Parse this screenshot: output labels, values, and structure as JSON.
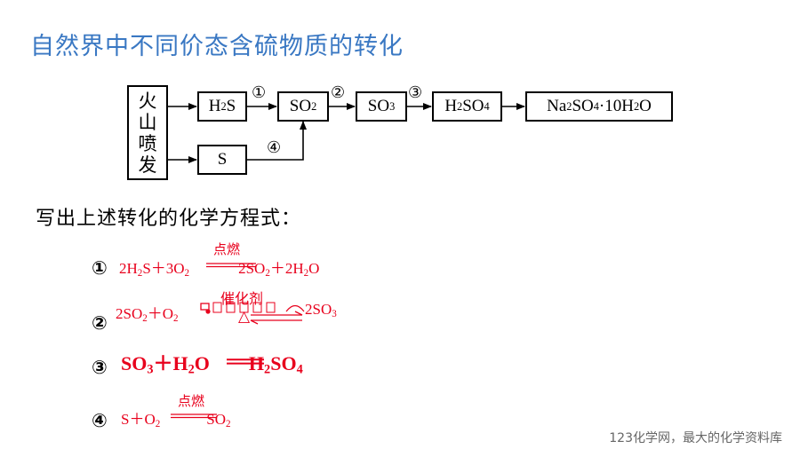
{
  "title": "自然界中不同价态含硫物质的转化",
  "diagram": {
    "volcano": [
      "火",
      "山",
      "喷",
      "发"
    ],
    "steps": [
      "①",
      "②",
      "③",
      "④"
    ],
    "boxes": {
      "h2s": [
        "H",
        "2",
        "S"
      ],
      "so2": [
        "SO",
        "2"
      ],
      "so3": [
        "SO",
        "3"
      ],
      "h2so4": [
        "H",
        "2",
        "SO",
        "4"
      ],
      "na2so4": [
        "Na",
        "2",
        "SO",
        "4",
        "·10H",
        "2",
        "O"
      ],
      "s": "S"
    }
  },
  "instruction": "写出上述转化的化学方程式：",
  "equations": [
    {
      "num": "①",
      "parts": [
        "2H",
        "2",
        "S＋3O",
        "2",
        "2SO",
        "2",
        "＋2H",
        "2",
        "O"
      ],
      "condition": "点燃"
    },
    {
      "num": "②",
      "parts": [
        "2SO",
        "2",
        "＋O",
        "2",
        "2SO",
        "3"
      ],
      "condition_top": "催化剂",
      "condition_bottom": "△"
    },
    {
      "num": "③",
      "parts": [
        "SO",
        "3",
        "＋H",
        "2",
        "O",
        "H",
        "2",
        "SO",
        "4"
      ]
    },
    {
      "num": "④",
      "parts": [
        "S＋O",
        "2",
        "SO",
        "2"
      ],
      "condition": "点燃"
    }
  ],
  "footer": "123化学网，最大的化学资料库",
  "colors": {
    "title": "#3a78c3",
    "equation": "#e8001c"
  }
}
